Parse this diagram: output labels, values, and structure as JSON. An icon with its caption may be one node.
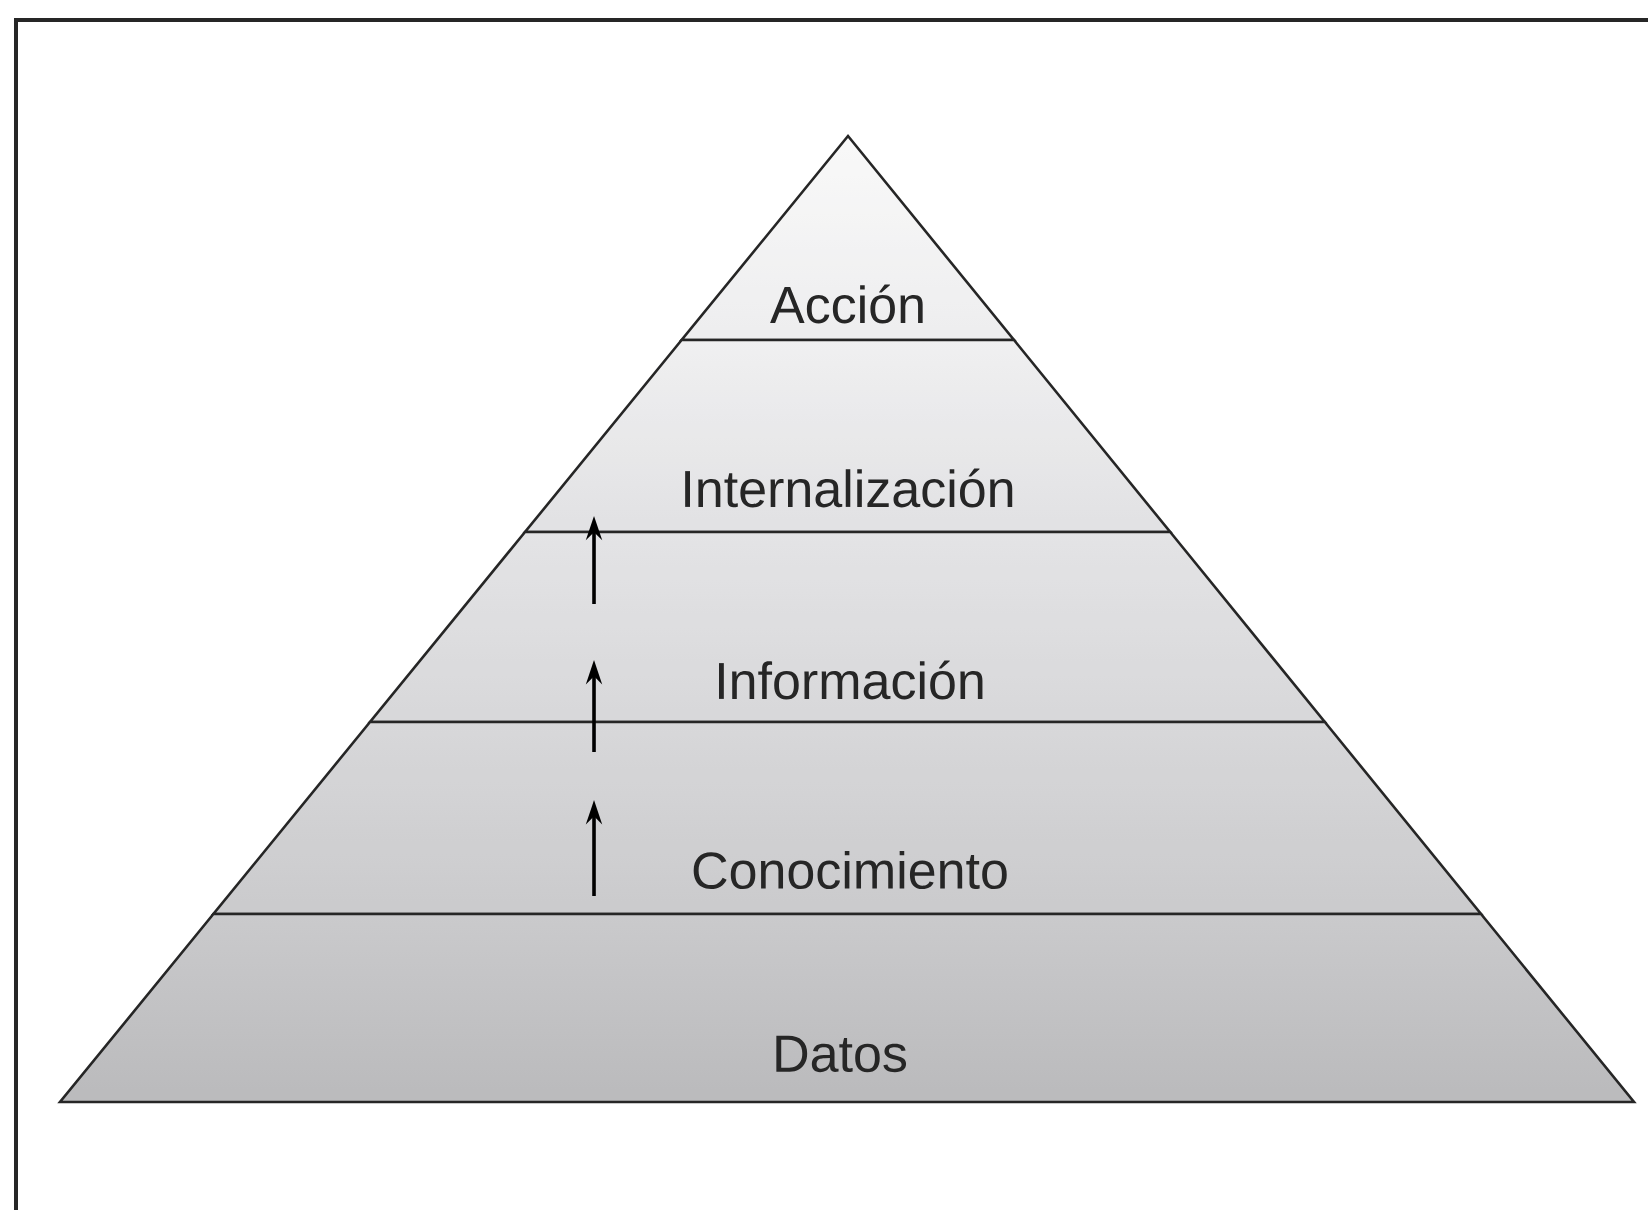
{
  "diagram": {
    "nodes": [
      {
        "text": [
          "Acción"
        ]
      },
      {
        "text": [
          "Internalización"
        ]
      },
      {
        "text": [
          "Información"
        ]
      },
      {
        "text": [
          "Conocimiento"
        ]
      },
      {
        "text": [
          "Datos"
        ]
      }
    ],
    "edges": [
      {
        "from": 4,
        "to": 3,
        "arrow": "to"
      },
      {
        "from": 3,
        "to": 2,
        "arrow": "to"
      },
      {
        "from": 2,
        "to": 1,
        "arrow": "to"
      }
    ]
  }
}
